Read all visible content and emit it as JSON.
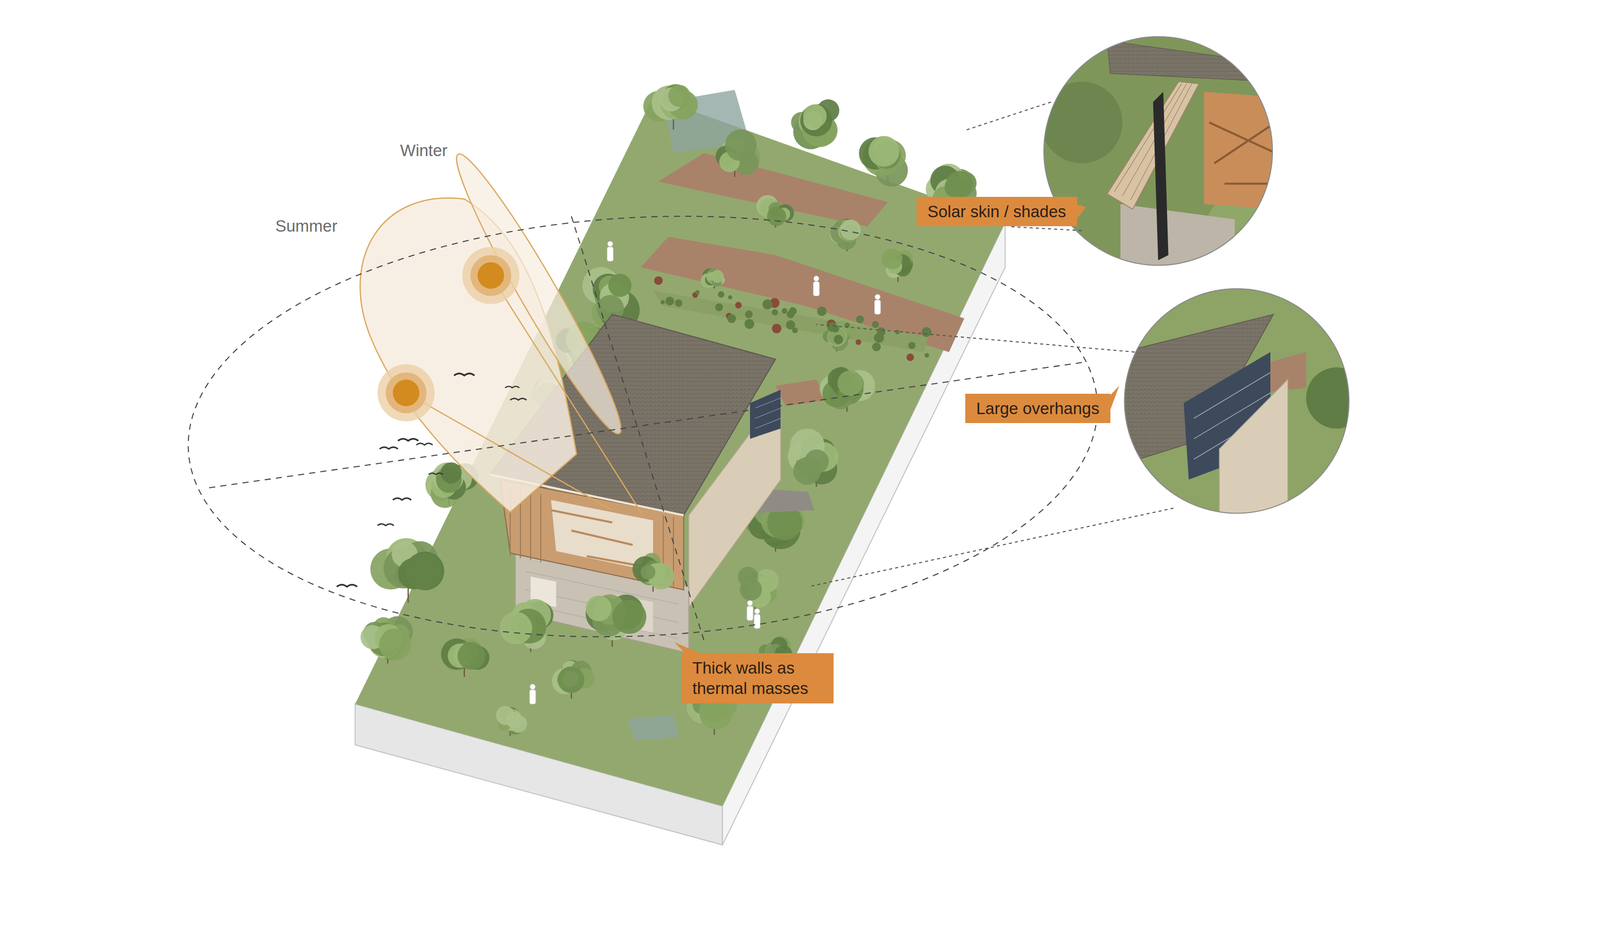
{
  "diagram": {
    "nodes": [
      {
        "text": [
          "Solar skin / shades"
        ]
      },
      {
        "text": [
          "Large overhangs"
        ]
      },
      {
        "text": [
          "Thick walls as thermal masses"
        ]
      }
    ],
    "labels": [
      "Winter",
      "Summer"
    ]
  }
}
